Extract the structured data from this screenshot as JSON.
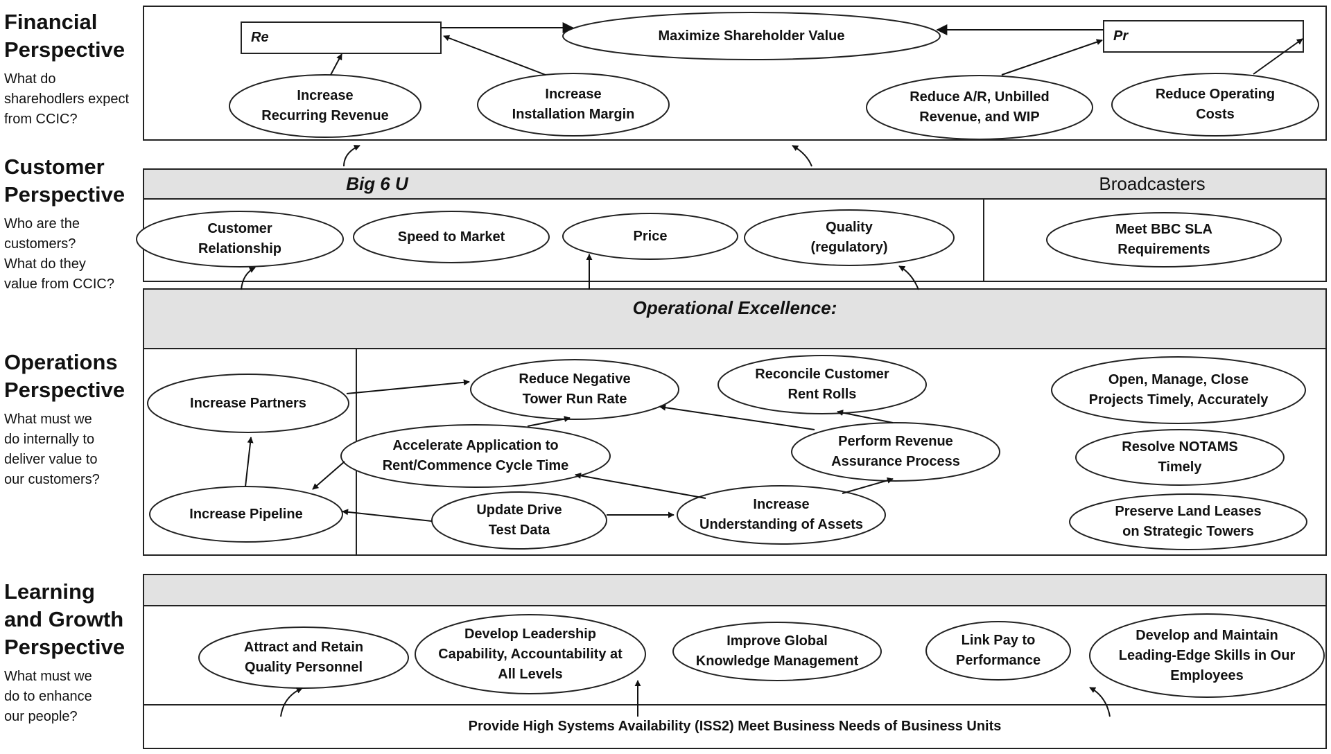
{
  "perspectives": [
    {
      "title": "Financial\nPerspective",
      "question": "What do\nsharehodlers expect\nfrom CCIC?"
    },
    {
      "title": "Customer\nPerspective",
      "question": "Who are the\ncustomers?\nWhat do they\nvalue from CCIC?"
    },
    {
      "title": "Operations\nPerspective",
      "question": "What must we\ndo internally to\ndeliver value to\nour customers?"
    },
    {
      "title": "Learning\nand Growth\nPerspective",
      "question": "What must we\ndo to enhance\nour people?"
    }
  ],
  "financial": {
    "box_re": "Re",
    "box_pr": "Pr",
    "maximize": "Maximize Shareholder Value",
    "recurring": "Increase\nRecurring Revenue",
    "installation": "Increase\nInstallation Margin",
    "reduce_ar": "Reduce A/R, Unbilled\nRevenue, and WIP",
    "reduce_costs": "Reduce Operating\nCosts"
  },
  "customer": {
    "band_left": "Big 6 U",
    "band_right": "Broadcasters",
    "relationship": "Customer\nRelationship",
    "speed": "Speed to Market",
    "price": "Price",
    "quality": "Quality\n(regulatory)",
    "bbc": "Meet BBC SLA\nRequirements"
  },
  "operations": {
    "band": "Operational Excellence:",
    "partners": "Increase Partners",
    "pipeline": "Increase Pipeline",
    "negative": "Reduce Negative\nTower Run Rate",
    "accelerate": "Accelerate Application to\nRent/Commence Cycle Time",
    "drive_test": "Update Drive\nTest Data",
    "understanding": "Increase\nUnderstanding of Assets",
    "reconcile": "Reconcile Customer\nRent Rolls",
    "revenue_assurance": "Perform Revenue\nAssurance Process",
    "projects": "Open, Manage, Close\nProjects Timely, Accurately",
    "notams": "Resolve NOTAMS\nTimely",
    "land_leases": "Preserve Land Leases\non Strategic Towers"
  },
  "learning": {
    "attract": "Attract and Retain\nQuality Personnel",
    "leadership": "Develop Leadership\nCapability, Accountability at\nAll Levels",
    "knowledge": "Improve Global\nKnowledge Management",
    "pay": "Link Pay to\nPerformance",
    "skills": "Develop and Maintain\nLeading-Edge Skills in Our\nEmployees",
    "bottom": "Provide High Systems Availability (ISS2) Meet Business Needs of Business Units"
  }
}
